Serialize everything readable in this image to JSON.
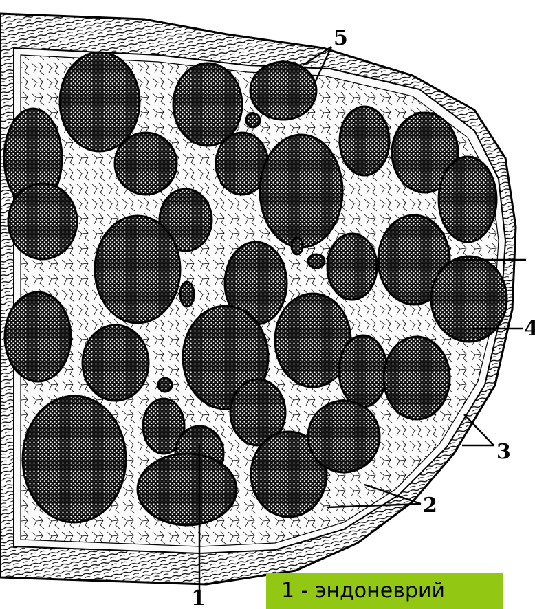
{
  "figure": {
    "labels": {
      "l1": "1",
      "l2": "2",
      "l3": "3",
      "l4": "4",
      "l5": "5"
    }
  },
  "caption": {
    "text": "1 - эндоневрий",
    "background": "#92c813"
  },
  "colors": {
    "ink": "#000000",
    "paper": "#ffffff"
  }
}
